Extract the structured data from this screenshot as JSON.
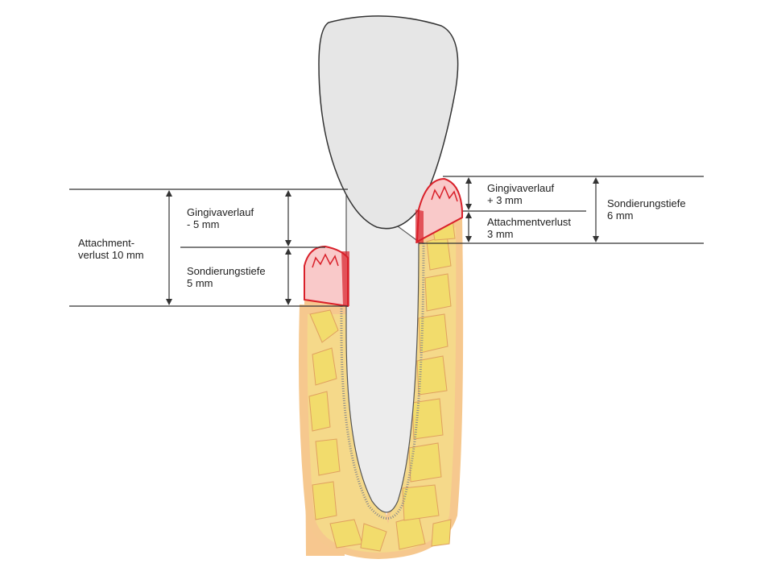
{
  "colors": {
    "crown": "#e6e6e6",
    "root": "#ececec",
    "bone": "#f4d98a",
    "bone_outer": "#f6c88e",
    "trabecula": "#f2dc6c",
    "gum": "#d9202a",
    "gum_fill": "#f9c9c9",
    "line": "#333333"
  },
  "left": {
    "attachment_loss": {
      "line1": "Attachment-",
      "line2": "verlust 10 mm"
    },
    "gingiva": {
      "line1": "Gingivaverlauf",
      "line2": "- 5 mm"
    },
    "probing_depth": {
      "line1": "Sondierungstiefe",
      "line2": "5 mm"
    }
  },
  "right": {
    "gingiva": {
      "line1": "Gingivaverlauf",
      "line2": "+ 3 mm"
    },
    "attachment_loss": {
      "line1": "Attachmentverlust",
      "line2": "3 mm"
    },
    "probing_depth": {
      "line1": "Sondierungstiefe",
      "line2": "6 mm"
    }
  }
}
